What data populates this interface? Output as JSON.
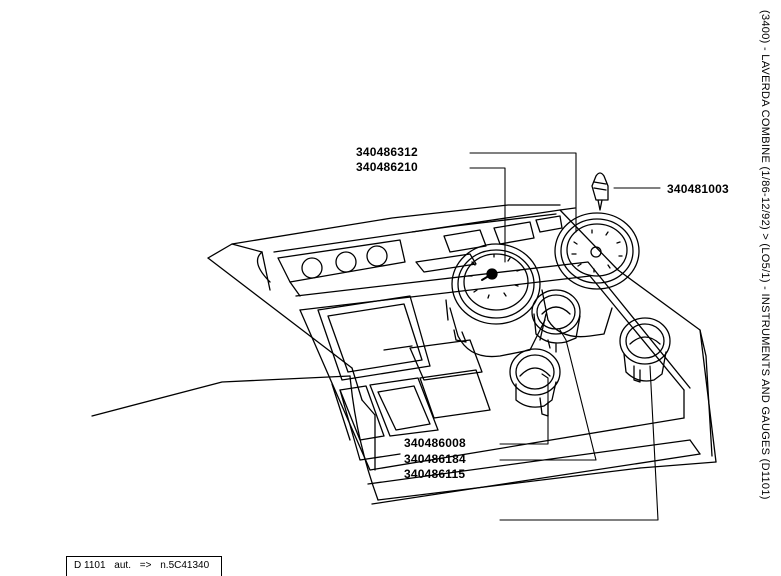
{
  "side_title": "(3400) - LAVERDA COMBINE (1/86-12/92) > (LO5/1) - INSTRUMENTS AND GAUGES (D1101)",
  "parts": [
    {
      "code": "340486312"
    },
    {
      "code": "340486210"
    },
    {
      "code": "340481003"
    },
    {
      "code": "340486008"
    },
    {
      "code": "340486184"
    },
    {
      "code": "340486115"
    }
  ],
  "reference": {
    "diagram_id": "D 1101",
    "note": "aut.",
    "arrow": "=>",
    "serial": "n.5C41340"
  }
}
